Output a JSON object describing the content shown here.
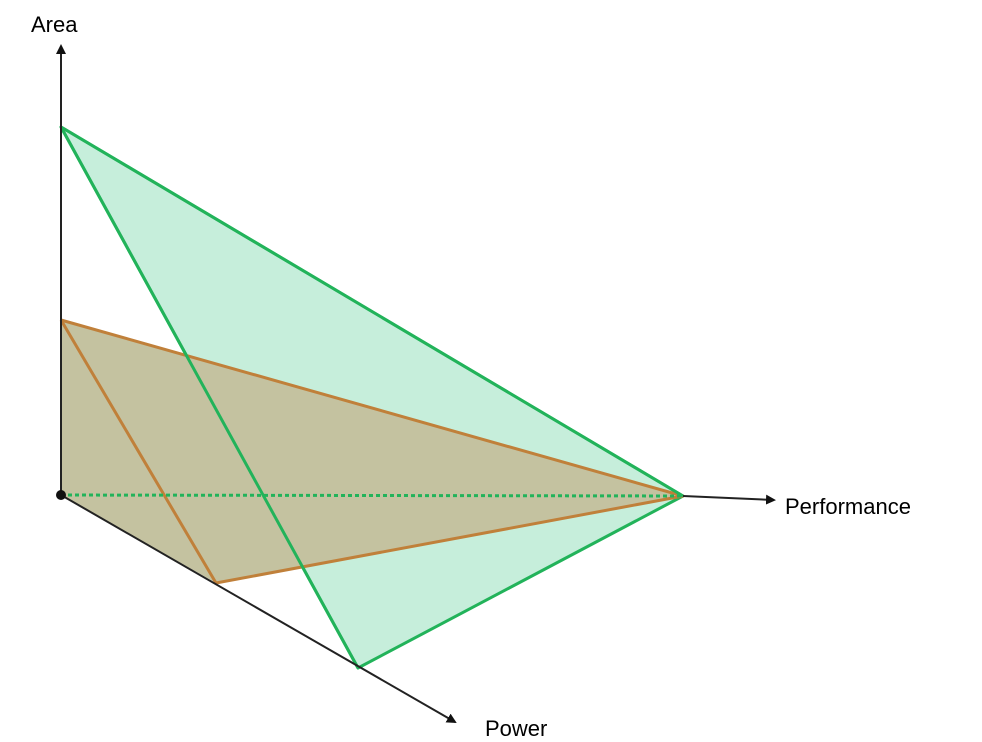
{
  "axes": {
    "area_label": "Area",
    "performance_label": "Performance",
    "power_label": "Power"
  },
  "colors": {
    "green_fill": "#c6eedb",
    "green_stroke": "#22b35a",
    "brown_fill": "#c4c2a0",
    "brown_stroke": "#c0803a",
    "axis": "#222222"
  }
}
